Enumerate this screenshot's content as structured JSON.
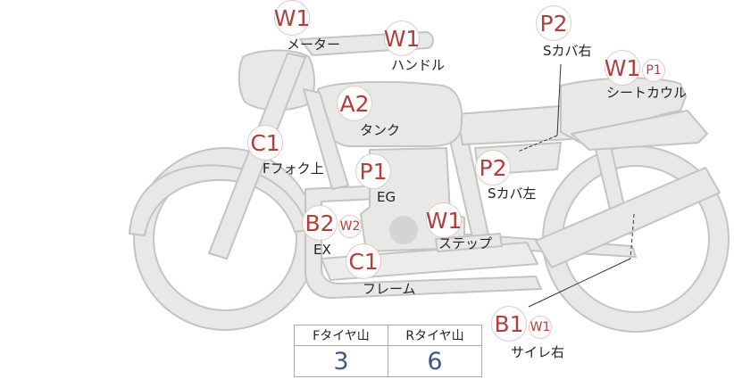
{
  "parts": {
    "meter": {
      "label": "メーター",
      "grades": [
        "W1"
      ]
    },
    "handle": {
      "label": "ハンドル",
      "grades": [
        "W1"
      ]
    },
    "scover_r": {
      "label": "Sカバ右",
      "grades": [
        "P2"
      ]
    },
    "seatcowl": {
      "label": "シートカウル",
      "grades": [
        "W1",
        "P1"
      ]
    },
    "tank": {
      "label": "タンク",
      "grades": [
        "A2"
      ]
    },
    "ffork": {
      "label": "Fフォク上",
      "grades": [
        "C1"
      ]
    },
    "eg": {
      "label": "EG",
      "grades": [
        "P1"
      ]
    },
    "scover_l": {
      "label": "Sカバ左",
      "grades": [
        "P2"
      ]
    },
    "ex": {
      "label": "EX",
      "grades": [
        "B2",
        "W2"
      ]
    },
    "step": {
      "label": "ステップ",
      "grades": [
        "W1"
      ]
    },
    "frame": {
      "label": "フレーム",
      "grades": [
        "C1"
      ]
    },
    "silencer_r": {
      "label": "サイレ右",
      "grades": [
        "B1",
        "W1"
      ]
    }
  },
  "tire_table": {
    "headers": [
      "Fタイヤ山",
      "Rタイヤ山"
    ],
    "values": [
      "3",
      "6"
    ]
  },
  "colors": {
    "grade_text": "#b04040",
    "tire_value": "#3b5a85",
    "bike_fill": "#e8e8e6",
    "bike_stroke": "#c4c4c2"
  }
}
